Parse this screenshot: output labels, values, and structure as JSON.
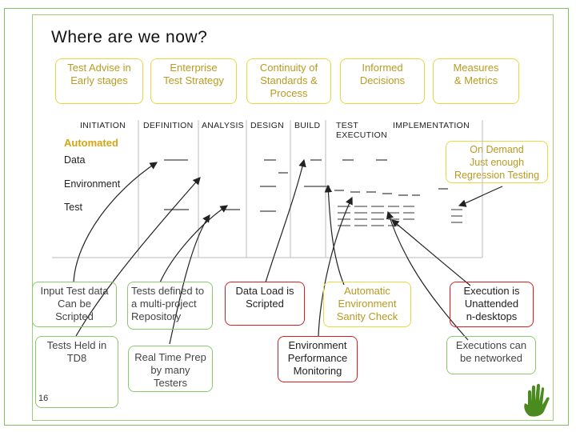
{
  "title": "Where are we now?",
  "top_boxes": [
    {
      "text": "Test Advise in\nEarly stages"
    },
    {
      "text": "Enterprise\nTest Strategy"
    },
    {
      "text": "Continuity of\nStandards &\nProcess"
    },
    {
      "text": "Informed\nDecisions"
    },
    {
      "text": "Measures\n& Metrics"
    }
  ],
  "phases": [
    "INITIATION",
    "DEFINITION",
    "ANALYSIS",
    "DESIGN",
    "BUILD",
    "TEST\nEXECUTION",
    "IMPLEMENTATION"
  ],
  "row_labels": {
    "automated": "Automated",
    "data": "Data",
    "environment": "Environment",
    "test": "Test"
  },
  "on_demand": "On Demand\nJust enough\nRegression Testing",
  "bottom_boxes": [
    {
      "text": "Input Test data\nCan be\nScripted"
    },
    {
      "text": "Tests Held in\nTD8"
    },
    {
      "text": "Tests defined to\na multi-project\nRepository"
    },
    {
      "text": "Real Time Prep\nby many\nTesters"
    },
    {
      "text": "Data Load is\nScripted"
    },
    {
      "text": "Automatic\nEnvironment\nSanity Check"
    },
    {
      "text": "Environment\nPerformance\nMonitoring"
    },
    {
      "text": "Execution is\nUnattended\nn-desktops"
    },
    {
      "text": "Executions can\nbe networked"
    }
  ],
  "page_number": "16",
  "colors": {
    "yellow": "#e8d840",
    "green": "#8bc86a",
    "red": "#d92020",
    "frame": "#7fbf5f"
  }
}
